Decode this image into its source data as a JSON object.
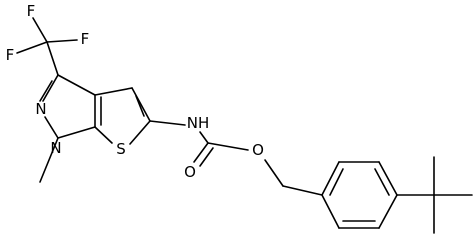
{
  "atoms": {
    "f_top_left": "F",
    "f_top_right": "F",
    "f_left": "F",
    "n_ring": "N",
    "n1_ring": "N",
    "s_ring": "S",
    "nh": "NH",
    "o_carbonyl": "O",
    "o_ester": "O"
  }
}
